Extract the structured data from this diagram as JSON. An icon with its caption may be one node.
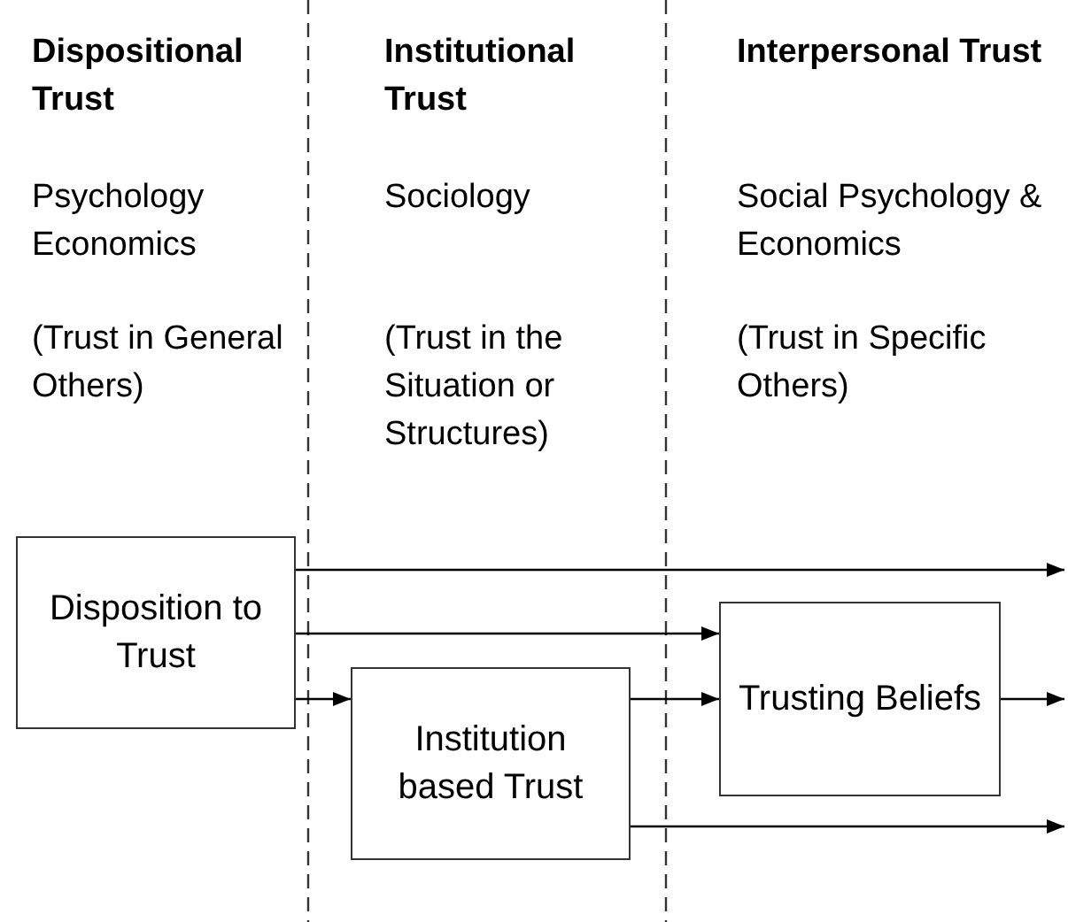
{
  "diagram": {
    "nodes": [
      {
        "text": [
          "Disposition to Trust"
        ]
      },
      {
        "text": [
          "Institution based Trust"
        ]
      },
      {
        "text": [
          "Trusting Beliefs"
        ]
      }
    ],
    "edges": [
      {
        "from": 0,
        "to": null,
        "arrow": "to"
      },
      {
        "from": 0,
        "to": 2,
        "arrow": "to"
      },
      {
        "from": 0,
        "to": 1,
        "arrow": "to"
      },
      {
        "from": 1,
        "to": 2,
        "arrow": "to"
      },
      {
        "from": 2,
        "to": null,
        "arrow": "to"
      },
      {
        "from": 1,
        "to": null,
        "arrow": "to"
      }
    ],
    "labels": [
      "Dispositional Trust",
      "Psychology Economics",
      "(Trust in General Others)",
      "Institutional Trust",
      "Sociology",
      "(Trust in the Situation or Structures)",
      "Interpersonal Trust",
      "Social Psychology & Economics",
      "(Trust in Specific Others)"
    ]
  }
}
